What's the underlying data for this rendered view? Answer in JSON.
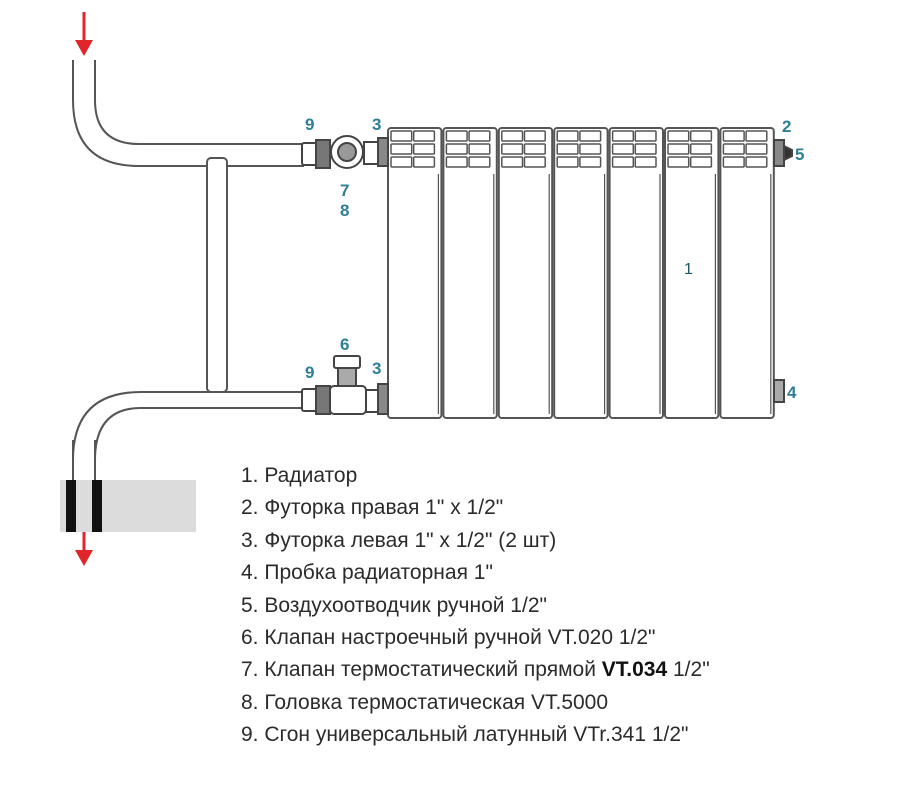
{
  "callouts": {
    "c1": "1",
    "c2": "2",
    "c3_top": "3",
    "c3_bottom": "3",
    "c4": "4",
    "c5": "5",
    "c6": "6",
    "c7": "7",
    "c8": "8",
    "c9_top": "9",
    "c9_bottom": "9"
  },
  "legend": [
    {
      "text": "1. Радиатор"
    },
    {
      "text": "2. Футорка правая 1\" x 1/2\""
    },
    {
      "text": "3. Футорка левая  1\" x 1/2\" (2 шт)"
    },
    {
      "text": "4. Пробка радиаторная 1\""
    },
    {
      "text": "5. Воздухоотводчик ручной 1/2\""
    },
    {
      "text": "6. Клапан настроечный ручной VT.020 1/2\""
    },
    {
      "pre": "7. Клапан термостатический прямой ",
      "bold": "VT.034",
      "post": " 1/2\""
    },
    {
      "text": "8. Головка термостатическая VT.5000"
    },
    {
      "text": "9. Сгон универсальный латунный VTr.341 1/2\""
    }
  ],
  "colors": {
    "arrow": "#e0262b",
    "callout": "#2e7f96",
    "outline": "#555555",
    "wall": "#dcdcdc"
  }
}
